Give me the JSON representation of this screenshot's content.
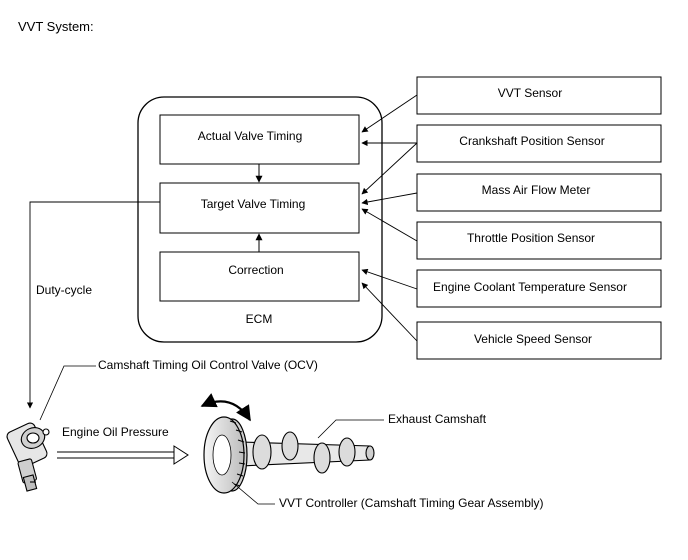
{
  "title": "VVT System:",
  "ecm": {
    "label": "ECM",
    "blocks": {
      "actual": "Actual Valve Timing",
      "target": "Target Valve Timing",
      "correction": "Correction"
    }
  },
  "sensors": [
    "VVT Sensor",
    "Crankshaft Position Sensor",
    "Mass Air Flow Meter",
    "Throttle Position Sensor",
    "Engine Coolant Temperature Sensor",
    "Vehicle Speed Sensor"
  ],
  "labels": {
    "duty_cycle": "Duty-cycle",
    "ocv": "Camshaft Timing Oil Control Valve (OCV)",
    "oil_pressure": "Engine Oil Pressure",
    "exhaust_camshaft": "Exhaust Camshaft",
    "vvt_controller": "VVT Controller (Camshaft Timing Gear Assembly)"
  },
  "colors": {
    "line": "#000000",
    "part_fill": "#d9d9d9",
    "background": "#ffffff"
  }
}
